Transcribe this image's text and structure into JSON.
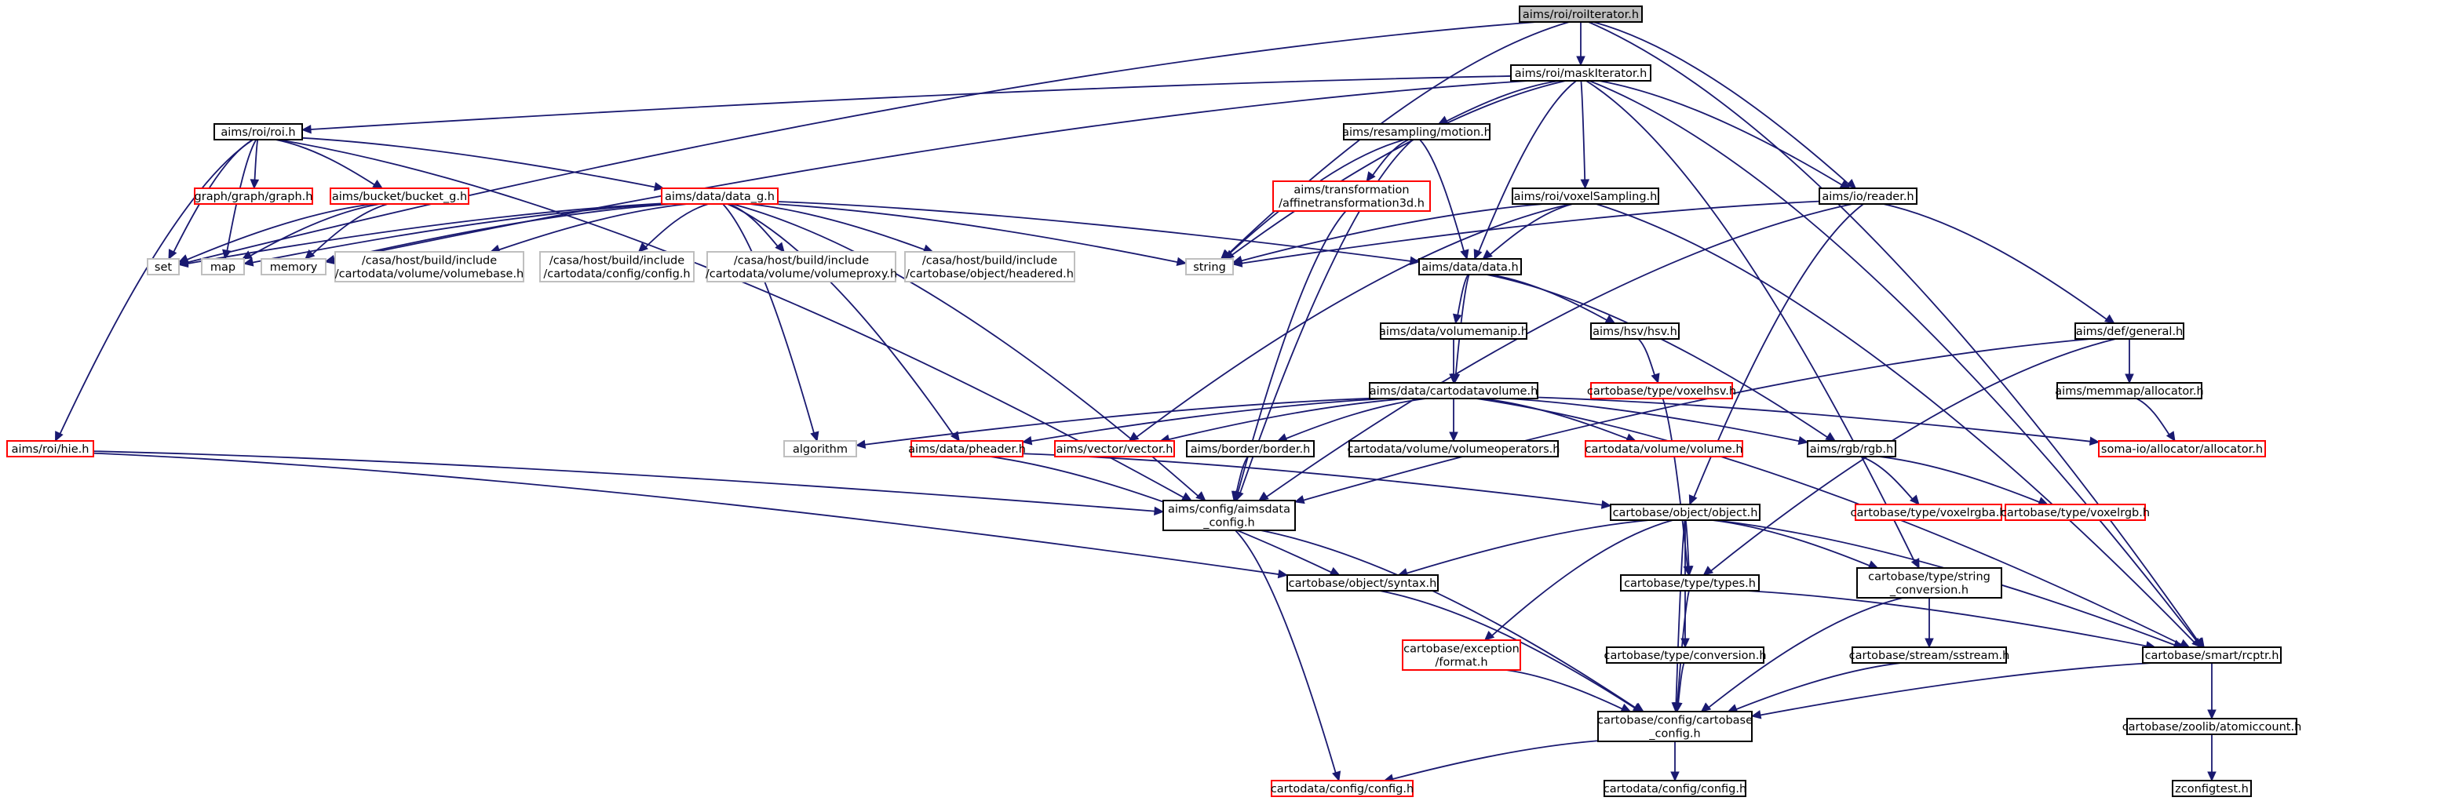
{
  "colors": {
    "edge": "#191970",
    "root_fill": "#bfbfbf",
    "root_border": "#000000",
    "documented_border": "#000000",
    "undocumented_border": "#ff0000",
    "external_border": "#bfbfbf",
    "background": "#ffffff"
  },
  "nodes": [
    {
      "id": "roiIterator",
      "lines": [
        "aims/roi/roiIterator.h"
      ],
      "kind": "root"
    },
    {
      "id": "maskIterator",
      "lines": [
        "aims/roi/maskIterator.h"
      ],
      "kind": "documented"
    },
    {
      "id": "roi",
      "lines": [
        "aims/roi/roi.h"
      ],
      "kind": "documented"
    },
    {
      "id": "motion",
      "lines": [
        "aims/resampling/motion.h"
      ],
      "kind": "documented"
    },
    {
      "id": "voxelSampling",
      "lines": [
        "aims/roi/voxelSampling.h"
      ],
      "kind": "documented"
    },
    {
      "id": "reader",
      "lines": [
        "aims/io/reader.h"
      ],
      "kind": "documented"
    },
    {
      "id": "graph",
      "lines": [
        "graph/graph/graph.h"
      ],
      "kind": "undocumented"
    },
    {
      "id": "bucket",
      "lines": [
        "aims/bucket/bucket_g.h"
      ],
      "kind": "undocumented"
    },
    {
      "id": "data_g",
      "lines": [
        "aims/data/data_g.h"
      ],
      "kind": "undocumented"
    },
    {
      "id": "affine",
      "lines": [
        "aims/transformation",
        "/affinetransformation3d.h"
      ],
      "kind": "undocumented"
    },
    {
      "id": "set",
      "lines": [
        "set"
      ],
      "kind": "external"
    },
    {
      "id": "map",
      "lines": [
        "map"
      ],
      "kind": "external"
    },
    {
      "id": "memory",
      "lines": [
        "memory"
      ],
      "kind": "external"
    },
    {
      "id": "volumebase",
      "lines": [
        "/casa/host/build/include",
        "/cartodata/volume/volumebase.h"
      ],
      "kind": "external"
    },
    {
      "id": "configh_ext",
      "lines": [
        "/casa/host/build/include",
        "/cartodata/config/config.h"
      ],
      "kind": "external"
    },
    {
      "id": "volumeproxy",
      "lines": [
        "/casa/host/build/include",
        "/cartodata/volume/volumeproxy.h"
      ],
      "kind": "external"
    },
    {
      "id": "headered",
      "lines": [
        "/casa/host/build/include",
        "/cartobase/object/headered.h"
      ],
      "kind": "external"
    },
    {
      "id": "string",
      "lines": [
        "string"
      ],
      "kind": "external"
    },
    {
      "id": "data",
      "lines": [
        "aims/data/data.h"
      ],
      "kind": "documented"
    },
    {
      "id": "general",
      "lines": [
        "aims/def/general.h"
      ],
      "kind": "documented"
    },
    {
      "id": "volumemanip",
      "lines": [
        "aims/data/volumemanip.h"
      ],
      "kind": "documented"
    },
    {
      "id": "hsv",
      "lines": [
        "aims/hsv/hsv.h"
      ],
      "kind": "documented"
    },
    {
      "id": "allocatorh",
      "lines": [
        "aims/memmap/allocator.h"
      ],
      "kind": "documented"
    },
    {
      "id": "cartodatavolume",
      "lines": [
        "aims/data/cartodatavolume.h"
      ],
      "kind": "documented"
    },
    {
      "id": "voxelhsv",
      "lines": [
        "cartobase/type/voxelhsv.h"
      ],
      "kind": "undocumented"
    },
    {
      "id": "somaalloc",
      "lines": [
        "soma-io/allocator/allocator.h"
      ],
      "kind": "undocumented"
    },
    {
      "id": "hie",
      "lines": [
        "aims/roi/hie.h"
      ],
      "kind": "undocumented"
    },
    {
      "id": "algorithm",
      "lines": [
        "algorithm"
      ],
      "kind": "external"
    },
    {
      "id": "pheader",
      "lines": [
        "aims/data/pheader.h"
      ],
      "kind": "undocumented"
    },
    {
      "id": "vector",
      "lines": [
        "aims/vector/vector.h"
      ],
      "kind": "undocumented"
    },
    {
      "id": "border",
      "lines": [
        "aims/border/border.h"
      ],
      "kind": "documented"
    },
    {
      "id": "volumeoperators",
      "lines": [
        "cartodata/volume/volumeoperators.h"
      ],
      "kind": "documented"
    },
    {
      "id": "volume",
      "lines": [
        "cartodata/volume/volume.h"
      ],
      "kind": "undocumented"
    },
    {
      "id": "rgb",
      "lines": [
        "aims/rgb/rgb.h"
      ],
      "kind": "documented"
    },
    {
      "id": "aimsdata_config",
      "lines": [
        "aims/config/aimsdata",
        "_config.h"
      ],
      "kind": "documented"
    },
    {
      "id": "object",
      "lines": [
        "cartobase/object/object.h"
      ],
      "kind": "documented"
    },
    {
      "id": "voxelrgba",
      "lines": [
        "cartobase/type/voxelrgba.h"
      ],
      "kind": "undocumented"
    },
    {
      "id": "voxelrgb",
      "lines": [
        "cartobase/type/voxelrgb.h"
      ],
      "kind": "undocumented"
    },
    {
      "id": "syntax",
      "lines": [
        "cartobase/object/syntax.h"
      ],
      "kind": "documented"
    },
    {
      "id": "types",
      "lines": [
        "cartobase/type/types.h"
      ],
      "kind": "documented"
    },
    {
      "id": "string_conv",
      "lines": [
        "cartobase/type/string",
        "_conversion.h"
      ],
      "kind": "documented"
    },
    {
      "id": "rcptr",
      "lines": [
        "cartobase/smart/rcptr.h"
      ],
      "kind": "documented"
    },
    {
      "id": "format",
      "lines": [
        "cartobase/exception",
        "/format.h"
      ],
      "kind": "undocumented"
    },
    {
      "id": "conversion",
      "lines": [
        "cartobase/type/conversion.h"
      ],
      "kind": "documented"
    },
    {
      "id": "sstream",
      "lines": [
        "cartobase/stream/sstream.h"
      ],
      "kind": "documented"
    },
    {
      "id": "cartobase_config",
      "lines": [
        "cartobase/config/cartobase",
        "_config.h"
      ],
      "kind": "documented"
    },
    {
      "id": "atomiccount",
      "lines": [
        "cartobase/zoolib/atomiccount.h"
      ],
      "kind": "documented"
    },
    {
      "id": "cartodata_config_red",
      "lines": [
        "cartodata/config/config.h"
      ],
      "kind": "undocumented"
    },
    {
      "id": "cartodata_config_blk",
      "lines": [
        "cartodata/config/config.h"
      ],
      "kind": "documented"
    },
    {
      "id": "zconfigtest",
      "lines": [
        "zconfigtest.h"
      ],
      "kind": "documented"
    }
  ],
  "edges": [
    [
      "roiIterator",
      "maskIterator"
    ],
    [
      "roiIterator",
      "set"
    ],
    [
      "roiIterator",
      "string"
    ],
    [
      "roiIterator",
      "reader"
    ],
    [
      "roiIterator",
      "rcptr"
    ],
    [
      "maskIterator",
      "roi"
    ],
    [
      "maskIterator",
      "motion"
    ],
    [
      "maskIterator",
      "voxelSampling"
    ],
    [
      "maskIterator",
      "reader"
    ],
    [
      "maskIterator",
      "data"
    ],
    [
      "maskIterator",
      "string"
    ],
    [
      "maskIterator",
      "memory"
    ],
    [
      "maskIterator",
      "string_conv"
    ],
    [
      "maskIterator",
      "rcptr"
    ],
    [
      "roi",
      "graph"
    ],
    [
      "roi",
      "bucket"
    ],
    [
      "roi",
      "data_g"
    ],
    [
      "roi",
      "set"
    ],
    [
      "roi",
      "map"
    ],
    [
      "roi",
      "hie"
    ],
    [
      "roi",
      "aimsdata_config"
    ],
    [
      "motion",
      "affine"
    ],
    [
      "motion",
      "data"
    ],
    [
      "motion",
      "string"
    ],
    [
      "motion",
      "aimsdata_config"
    ],
    [
      "voxelSampling",
      "data"
    ],
    [
      "voxelSampling",
      "string"
    ],
    [
      "voxelSampling",
      "vector"
    ],
    [
      "voxelSampling",
      "rcptr"
    ],
    [
      "reader",
      "string"
    ],
    [
      "reader",
      "general"
    ],
    [
      "reader",
      "aimsdata_config"
    ],
    [
      "reader",
      "object"
    ],
    [
      "bucket",
      "set"
    ],
    [
      "bucket",
      "map"
    ],
    [
      "bucket",
      "memory"
    ],
    [
      "data_g",
      "set"
    ],
    [
      "data_g",
      "map"
    ],
    [
      "data_g",
      "memory"
    ],
    [
      "data_g",
      "volumebase"
    ],
    [
      "data_g",
      "configh_ext"
    ],
    [
      "data_g",
      "volumeproxy"
    ],
    [
      "data_g",
      "headered"
    ],
    [
      "data_g",
      "string"
    ],
    [
      "data_g",
      "data"
    ],
    [
      "data_g",
      "algorithm"
    ],
    [
      "data_g",
      "pheader"
    ],
    [
      "data_g",
      "aimsdata_config"
    ],
    [
      "affine",
      "aimsdata_config"
    ],
    [
      "data",
      "volumemanip"
    ],
    [
      "data",
      "hsv"
    ],
    [
      "data",
      "cartodatavolume"
    ],
    [
      "data",
      "rgb"
    ],
    [
      "volumemanip",
      "cartodatavolume"
    ],
    [
      "hsv",
      "voxelhsv"
    ],
    [
      "voxelhsv",
      "types"
    ],
    [
      "general",
      "allocatorh"
    ],
    [
      "general",
      "aimsdata_config"
    ],
    [
      "general",
      "types"
    ],
    [
      "allocatorh",
      "somaalloc"
    ],
    [
      "cartodatavolume",
      "algorithm"
    ],
    [
      "cartodatavolume",
      "pheader"
    ],
    [
      "cartodatavolume",
      "vector"
    ],
    [
      "cartodatavolume",
      "border"
    ],
    [
      "cartodatavolume",
      "volumeoperators"
    ],
    [
      "cartodatavolume",
      "volume"
    ],
    [
      "cartodatavolume",
      "rgb"
    ],
    [
      "cartodatavolume",
      "somaalloc"
    ],
    [
      "cartodatavolume",
      "rcptr"
    ],
    [
      "hie",
      "aimsdata_config"
    ],
    [
      "hie",
      "syntax"
    ],
    [
      "pheader",
      "syntax"
    ],
    [
      "pheader",
      "object"
    ],
    [
      "border",
      "aimsdata_config"
    ],
    [
      "rgb",
      "voxelrgba"
    ],
    [
      "rgb",
      "voxelrgb"
    ],
    [
      "aimsdata_config",
      "cartobase_config"
    ],
    [
      "aimsdata_config",
      "cartodata_config_red"
    ],
    [
      "object",
      "syntax"
    ],
    [
      "object",
      "types"
    ],
    [
      "object",
      "string_conv"
    ],
    [
      "object",
      "rcptr"
    ],
    [
      "object",
      "format"
    ],
    [
      "object",
      "conversion"
    ],
    [
      "object",
      "cartobase_config"
    ],
    [
      "syntax",
      "cartobase_config"
    ],
    [
      "types",
      "cartobase_config"
    ],
    [
      "types",
      "rcptr"
    ],
    [
      "string_conv",
      "sstream"
    ],
    [
      "string_conv",
      "cartobase_config"
    ],
    [
      "format",
      "cartobase_config"
    ],
    [
      "conversion",
      "cartobase_config"
    ],
    [
      "sstream",
      "cartobase_config"
    ],
    [
      "rcptr",
      "cartobase_config"
    ],
    [
      "rcptr",
      "atomiccount"
    ],
    [
      "atomiccount",
      "zconfigtest"
    ],
    [
      "cartobase_config",
      "cartodata_config_red"
    ],
    [
      "cartobase_config",
      "cartodata_config_blk"
    ]
  ]
}
